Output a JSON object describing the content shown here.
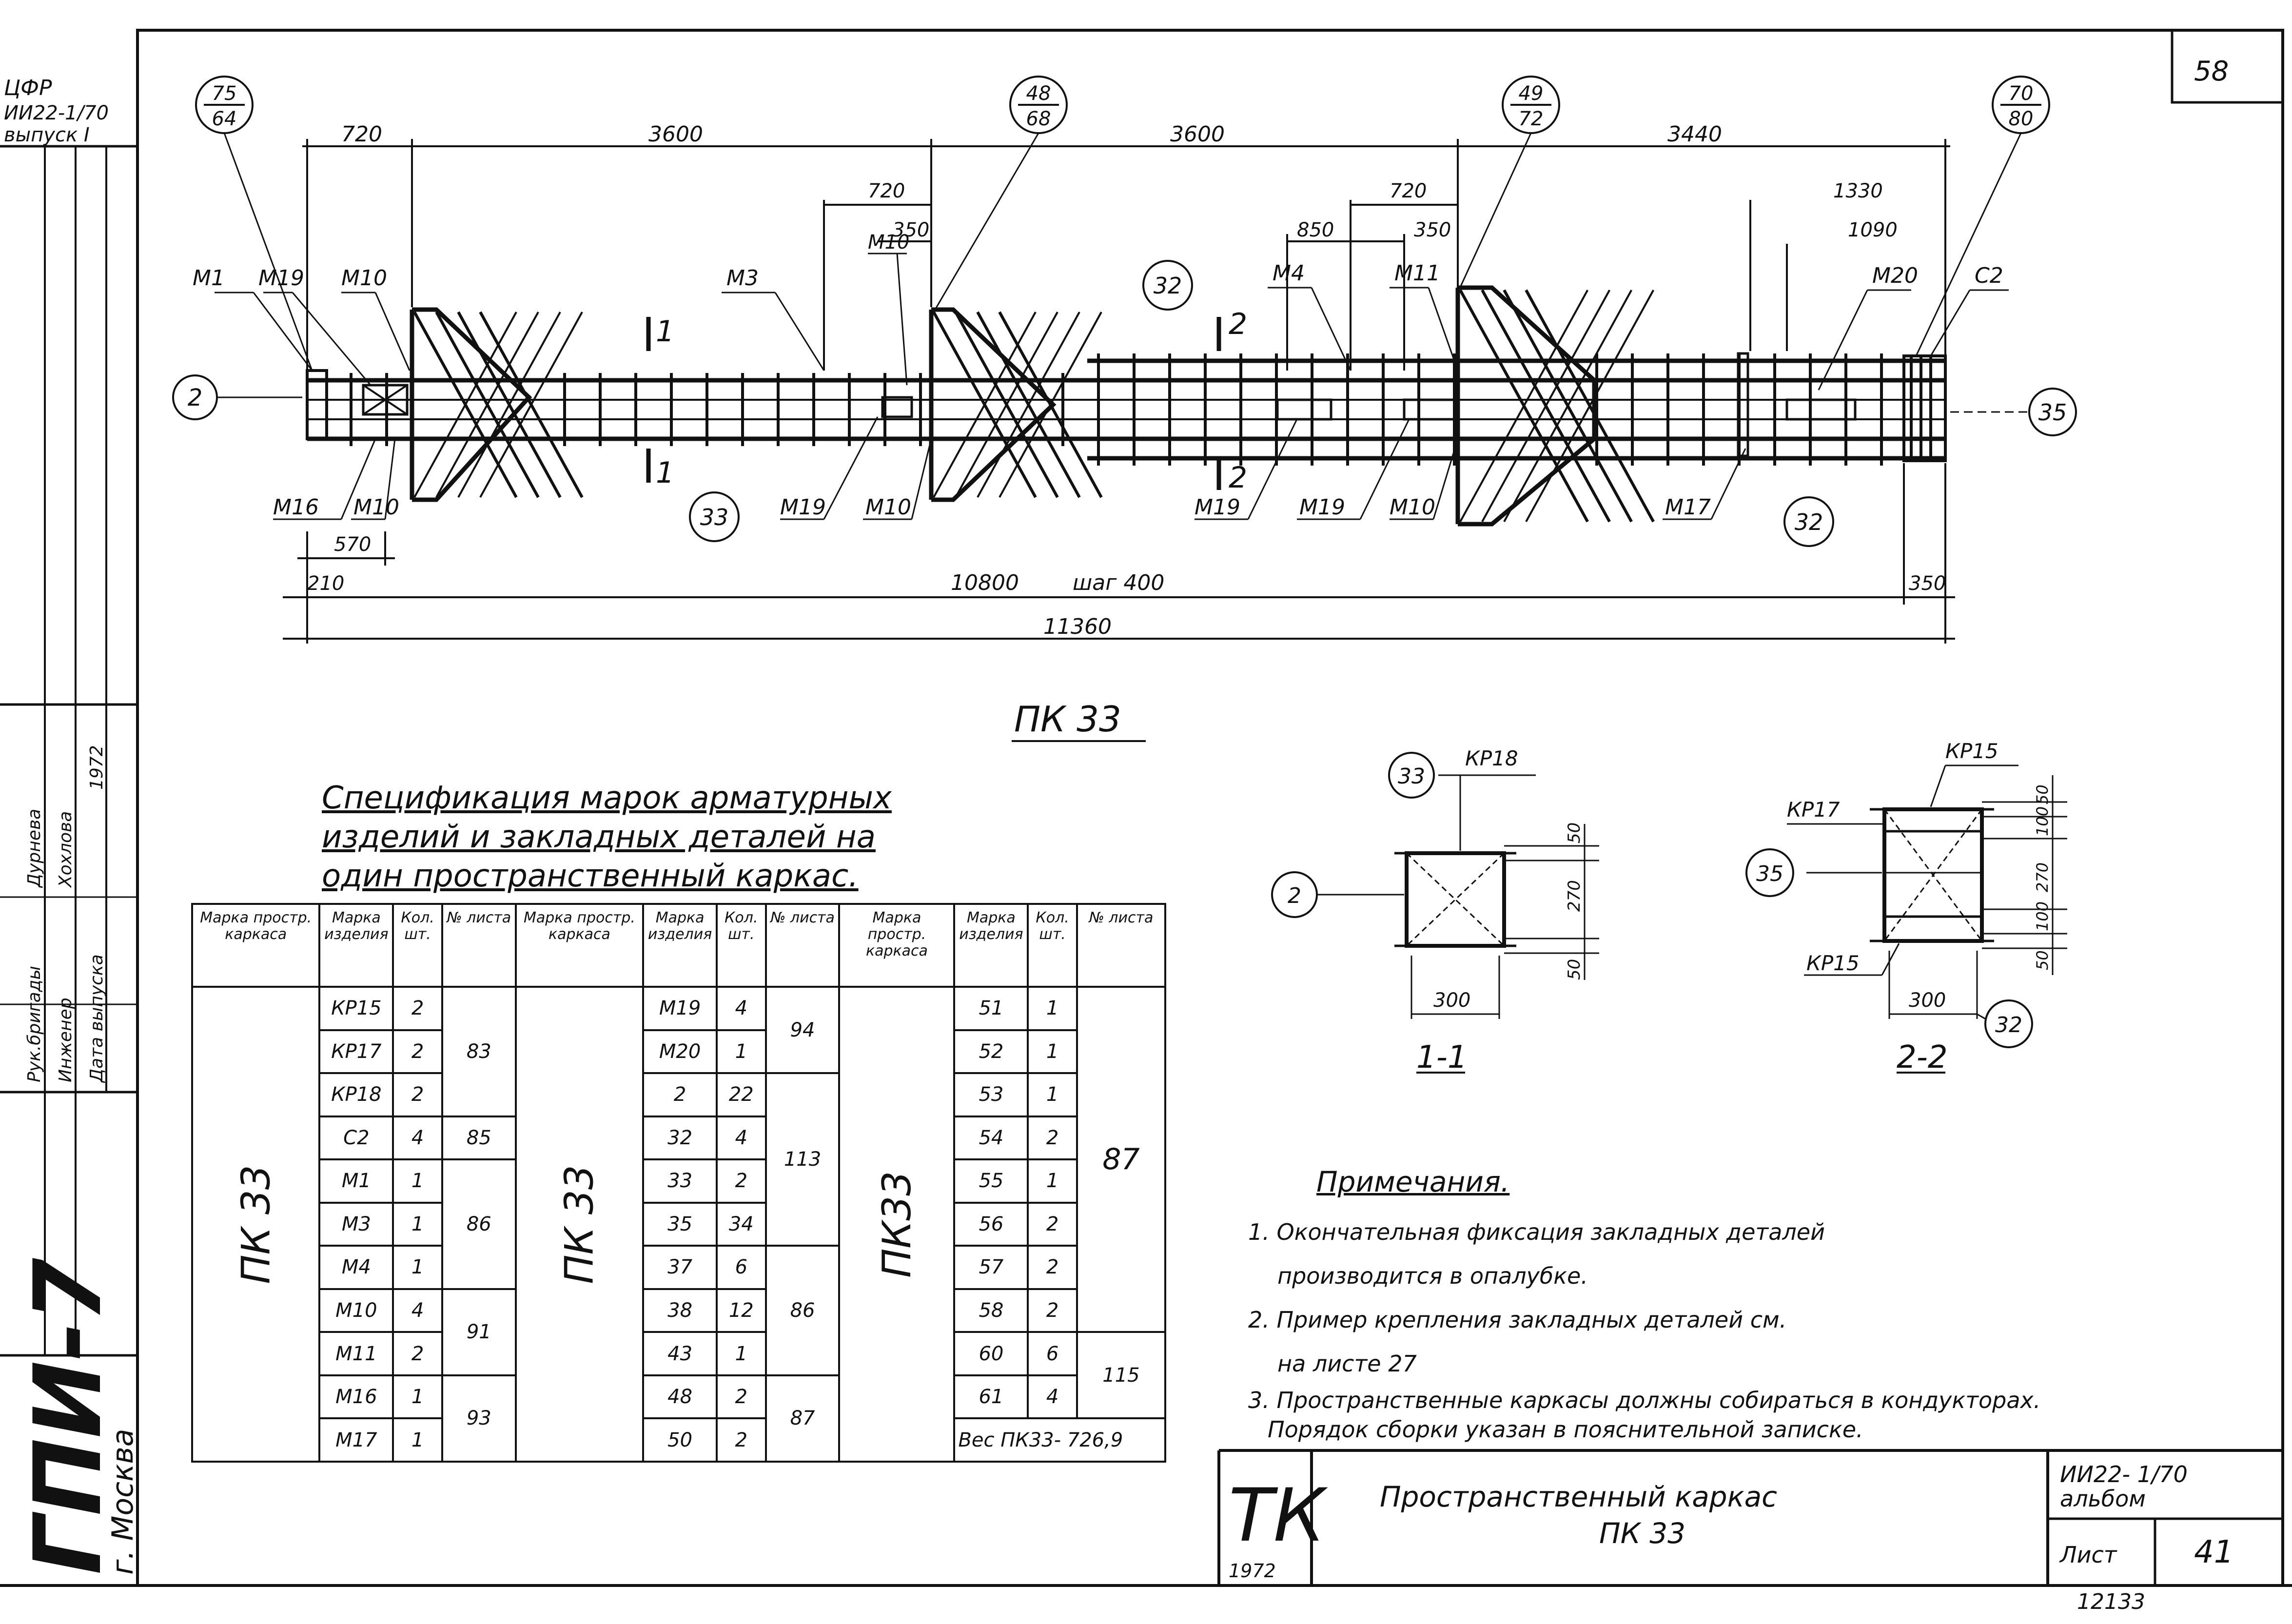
{
  "drawing": {
    "title": "ПК 33",
    "corner_label": "58",
    "section_11_title": "1-1",
    "section_22_title": "2-2",
    "top_dims": [
      "720",
      "3600",
      "3600",
      "3440"
    ],
    "inner_dims": [
      "720",
      "350",
      "850",
      "720",
      "350",
      "1330",
      "1090"
    ],
    "bottom_dims": {
      "d570": "570",
      "d210": "210",
      "d10800": "10800",
      "step": "шаг 400",
      "d350": "350",
      "d11360": "11360"
    },
    "fractions": [
      {
        "num": "75",
        "den": "64"
      },
      {
        "num": "48",
        "den": "68"
      },
      {
        "num": "49",
        "den": "72"
      },
      {
        "num": "70",
        "den": "80"
      }
    ],
    "circles": {
      "c2": "2",
      "c33": "33",
      "c32a": "32",
      "c32b": "32",
      "c35": "35"
    },
    "section_marks": {
      "s1": "1",
      "s2": "2"
    },
    "labels": {
      "M1": "М1",
      "M19a": "М19",
      "M10a": "М10",
      "M3": "М3",
      "M10b": "М10",
      "M4": "М4",
      "M11": "М11",
      "M20": "М20",
      "C2": "С2",
      "M16": "М16",
      "M10c": "М10",
      "M19b": "М19",
      "M10d": "М10",
      "M19c": "М19",
      "M19d": "М19",
      "M10e": "М10",
      "M17": "М17"
    },
    "section_11": {
      "kp": "КР18",
      "c33": "33",
      "c2": "2",
      "w": "300",
      "h1": "50",
      "h2": "270",
      "h3": "50"
    },
    "section_22": {
      "kp_top": "КР15",
      "kp_left": "КР17",
      "kp_bottom": "КР15",
      "c35": "35",
      "c32": "32",
      "w": "300",
      "h1": "50",
      "h2": "100",
      "h3": "270",
      "h4": "100",
      "h5": "50"
    }
  },
  "spec": {
    "title_lines": [
      "Спецификация марок арматурных",
      "изделий и закладных деталей на",
      "один пространственный каркас."
    ],
    "headers": [
      "Марка простр. каркаса",
      "Марка изделия",
      "Кол. шт.",
      "№ листа"
    ],
    "frame_label_1": "ПК 33",
    "frame_label_2": "ПК 33",
    "frame_label_3": "ПК33",
    "group1": [
      {
        "mark": "КР15",
        "qty": "2"
      },
      {
        "mark": "КР17",
        "qty": "2"
      },
      {
        "mark": "КР18",
        "qty": "2"
      },
      {
        "mark": "С2",
        "qty": "4"
      },
      {
        "mark": "М1",
        "qty": "1"
      },
      {
        "mark": "М3",
        "qty": "1"
      },
      {
        "mark": "М4",
        "qty": "1"
      },
      {
        "mark": "М10",
        "qty": "4"
      },
      {
        "mark": "М11",
        "qty": "2"
      },
      {
        "mark": "М16",
        "qty": "1"
      },
      {
        "mark": "М17",
        "qty": "1"
      }
    ],
    "group1_sheets": [
      "83",
      "85",
      "86",
      "91",
      "93"
    ],
    "group2": [
      {
        "mark": "М19",
        "qty": "4"
      },
      {
        "mark": "М20",
        "qty": "1"
      },
      {
        "mark": "2",
        "qty": "22"
      },
      {
        "mark": "32",
        "qty": "4"
      },
      {
        "mark": "33",
        "qty": "2"
      },
      {
        "mark": "35",
        "qty": "34"
      },
      {
        "mark": "37",
        "qty": "6"
      },
      {
        "mark": "38",
        "qty": "12"
      },
      {
        "mark": "43",
        "qty": "1"
      },
      {
        "mark": "48",
        "qty": "2"
      },
      {
        "mark": "50",
        "qty": "2"
      }
    ],
    "group2_sheets": [
      "94",
      "113",
      "86",
      "87"
    ],
    "group3": [
      {
        "mark": "51",
        "qty": "1"
      },
      {
        "mark": "52",
        "qty": "1"
      },
      {
        "mark": "53",
        "qty": "1"
      },
      {
        "mark": "54",
        "qty": "2"
      },
      {
        "mark": "55",
        "qty": "1"
      },
      {
        "mark": "56",
        "qty": "2"
      },
      {
        "mark": "57",
        "qty": "2"
      },
      {
        "mark": "58",
        "qty": "2"
      },
      {
        "mark": "60",
        "qty": "6"
      },
      {
        "mark": "61",
        "qty": "4"
      }
    ],
    "group3_sheets": [
      "87",
      "115"
    ],
    "weight": "Вес ПК33- 726,9"
  },
  "notes": {
    "title": "Примечания.",
    "lines": [
      "1. Окончательная фиксация закладных деталей",
      "производится в опалубке.",
      "2. Пример крепления закладных деталей см.",
      "на листе 27",
      "3. Пространственные каркасы должны собираться в кондукторах.",
      "Порядок сборки указан в пояснительной записке."
    ]
  },
  "title_block": {
    "logo": "ТК",
    "year": "1972",
    "name_line1": "Пространственный каркас",
    "name_line2": "ПК 33",
    "series": "ИИ22- 1/70",
    "album": "альбом",
    "sheet_label": "Лист",
    "sheet_no": "41",
    "inventory": "12133"
  },
  "left_stamp": {
    "org": "ГПИ-7",
    "city": "г. Москва",
    "rows": [
      {
        "role": "Рук.бригады",
        "name": "Дурнева"
      },
      {
        "role": "Инженер",
        "name": "Хохлова"
      },
      {
        "role": "Дата выпуска",
        "name": "1972"
      }
    ],
    "top_lines": [
      "ЦФР",
      "ИИ22-1/70",
      "выпуск I"
    ]
  }
}
